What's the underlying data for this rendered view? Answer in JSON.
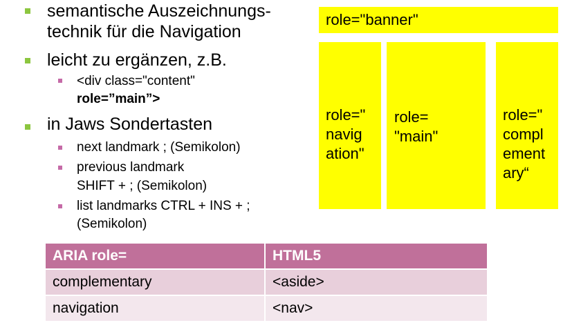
{
  "bullets": [
    {
      "lines": [
        "semantische Auszeichnungs-",
        "technik für die Navigation"
      ],
      "sub": []
    },
    {
      "lines": [
        "leicht zu ergänzen, z.B."
      ],
      "sub": [
        {
          "lines": [
            "<div class=\"content\"",
            "role=”main”>"
          ]
        }
      ]
    },
    {
      "lines": [
        "in Jaws Sondertasten"
      ],
      "sub": [
        {
          "lines": [
            "next landmark ; (Semikolon)"
          ]
        },
        {
          "lines": [
            "previous landmark",
            "SHIFT + ; (Semikolon)"
          ]
        },
        {
          "lines": [
            "list landmarks CTRL + INS + ;",
            "(Semikolon)"
          ]
        }
      ]
    }
  ],
  "landmarks": {
    "banner": "role=\"banner\"",
    "navigation": [
      "role=\"",
      "navig",
      "ation\""
    ],
    "main": [
      "role=",
      "\"main\""
    ],
    "complementary": [
      "role=\"",
      "compl",
      "ement",
      "ary“"
    ]
  },
  "table": {
    "headers": [
      "ARIA role=",
      "HTML5"
    ],
    "rows": [
      [
        "complementary",
        "<aside>"
      ],
      [
        "navigation",
        "<nav>"
      ]
    ]
  },
  "colors": {
    "landmark_fill": "#ffff00",
    "table_header": "#c0709a",
    "table_row_1": "#e8cfdb",
    "table_row_2": "#f3e7ed",
    "bullet_level1": "#8cc63f",
    "bullet_level2": "#c56aa7"
  }
}
